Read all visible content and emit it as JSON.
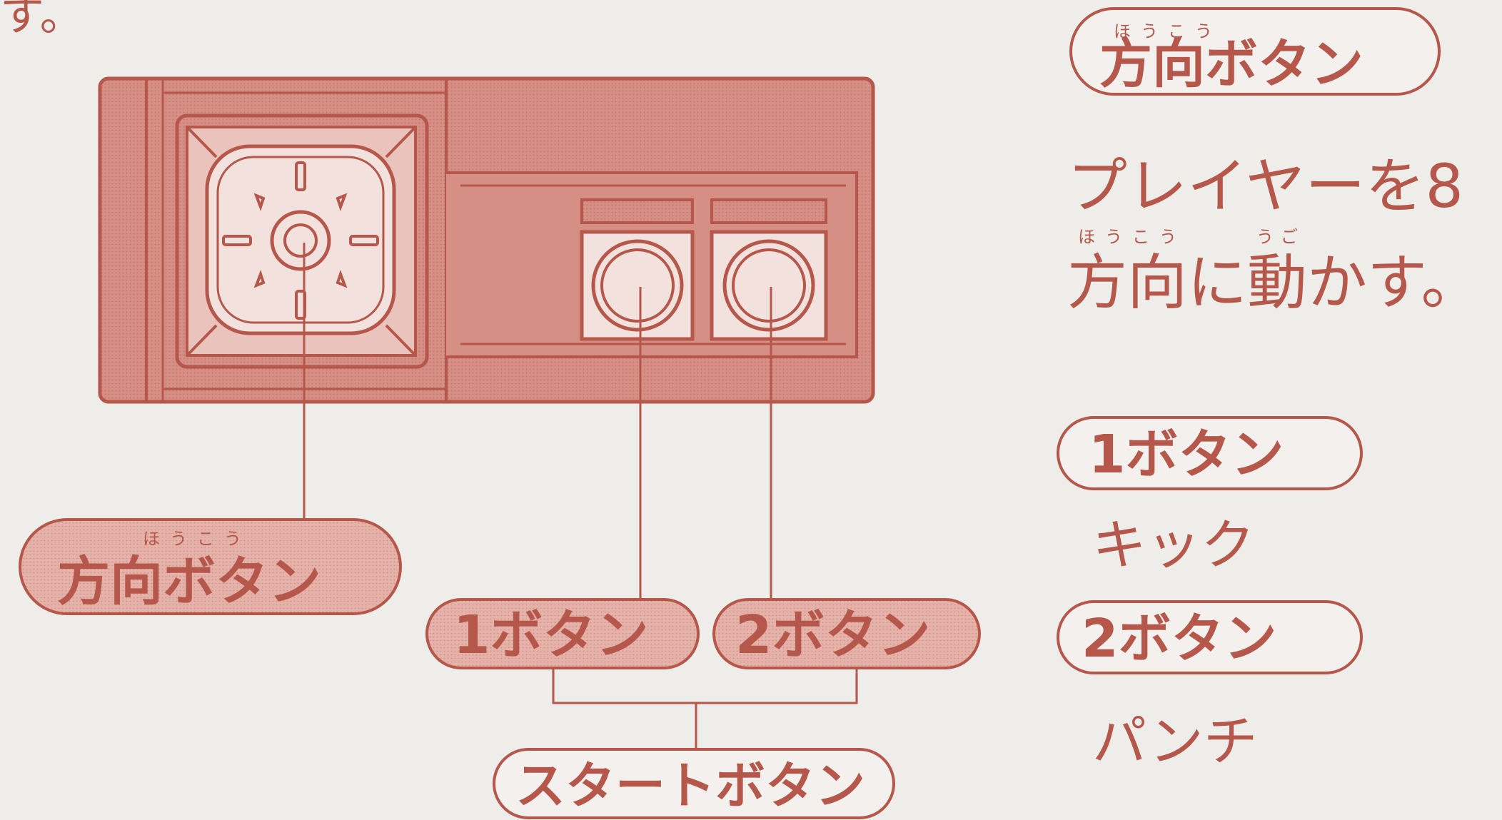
{
  "top_fragment": "す。",
  "diagram": {
    "callouts": {
      "dpad": {
        "ruby": "ほうこう",
        "label": "方向ボタン"
      },
      "button1": {
        "label": "1ボタン"
      },
      "button2": {
        "label": "2ボタン"
      },
      "start": {
        "label": "スタートボタン"
      }
    }
  },
  "legend": {
    "dpad": {
      "heading_ruby": "ほうこう",
      "heading": "方向ボタン",
      "line1": "プレイヤーを8",
      "line2_ruby_a": "ほうこう",
      "line2_ruby_b": "うご",
      "line2": "方向に動かす。"
    },
    "button1": {
      "heading": "1ボタン",
      "description": "キック"
    },
    "button2": {
      "heading": "2ボタン",
      "description": "パンチ"
    }
  },
  "colors": {
    "background": "#efedea",
    "ink": "#b5574a",
    "controller_fill": "#d68f85",
    "pill_fill": "#e5b2aa"
  }
}
